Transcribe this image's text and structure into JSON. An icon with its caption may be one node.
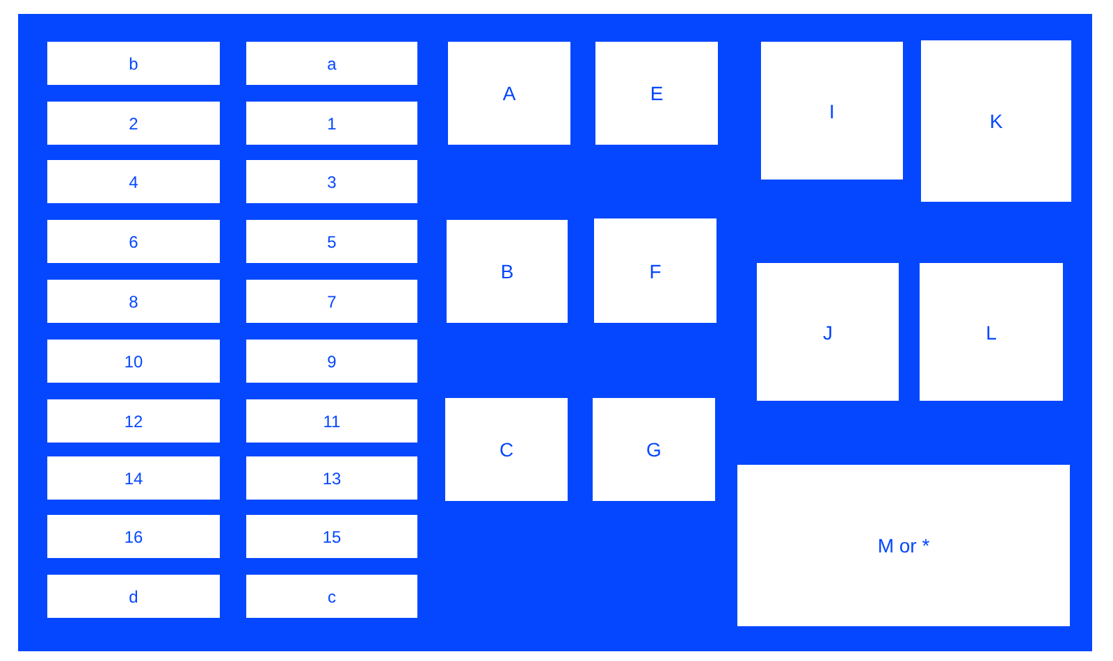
{
  "diagram": {
    "nodes": [
      {
        "text": [
          "b"
        ]
      },
      {
        "text": [
          "2"
        ]
      },
      {
        "text": [
          "4"
        ]
      },
      {
        "text": [
          "6"
        ]
      },
      {
        "text": [
          "8"
        ]
      },
      {
        "text": [
          "10"
        ]
      },
      {
        "text": [
          "12"
        ]
      },
      {
        "text": [
          "14"
        ]
      },
      {
        "text": [
          "16"
        ]
      },
      {
        "text": [
          "d"
        ]
      },
      {
        "text": [
          "a"
        ]
      },
      {
        "text": [
          "1"
        ]
      },
      {
        "text": [
          "3"
        ]
      },
      {
        "text": [
          "5"
        ]
      },
      {
        "text": [
          "7"
        ]
      },
      {
        "text": [
          "9"
        ]
      },
      {
        "text": [
          "11"
        ]
      },
      {
        "text": [
          "13"
        ]
      },
      {
        "text": [
          "15"
        ]
      },
      {
        "text": [
          "c"
        ]
      },
      {
        "text": [
          "A"
        ]
      },
      {
        "text": [
          "B"
        ]
      },
      {
        "text": [
          "C"
        ]
      },
      {
        "text": [
          "E"
        ]
      },
      {
        "text": [
          "F"
        ]
      },
      {
        "text": [
          "G"
        ]
      },
      {
        "text": [
          "I"
        ]
      },
      {
        "text": [
          "J"
        ]
      },
      {
        "text": [
          "K"
        ]
      },
      {
        "text": [
          "L"
        ]
      },
      {
        "text": [
          "M or *"
        ]
      }
    ],
    "edges": []
  }
}
